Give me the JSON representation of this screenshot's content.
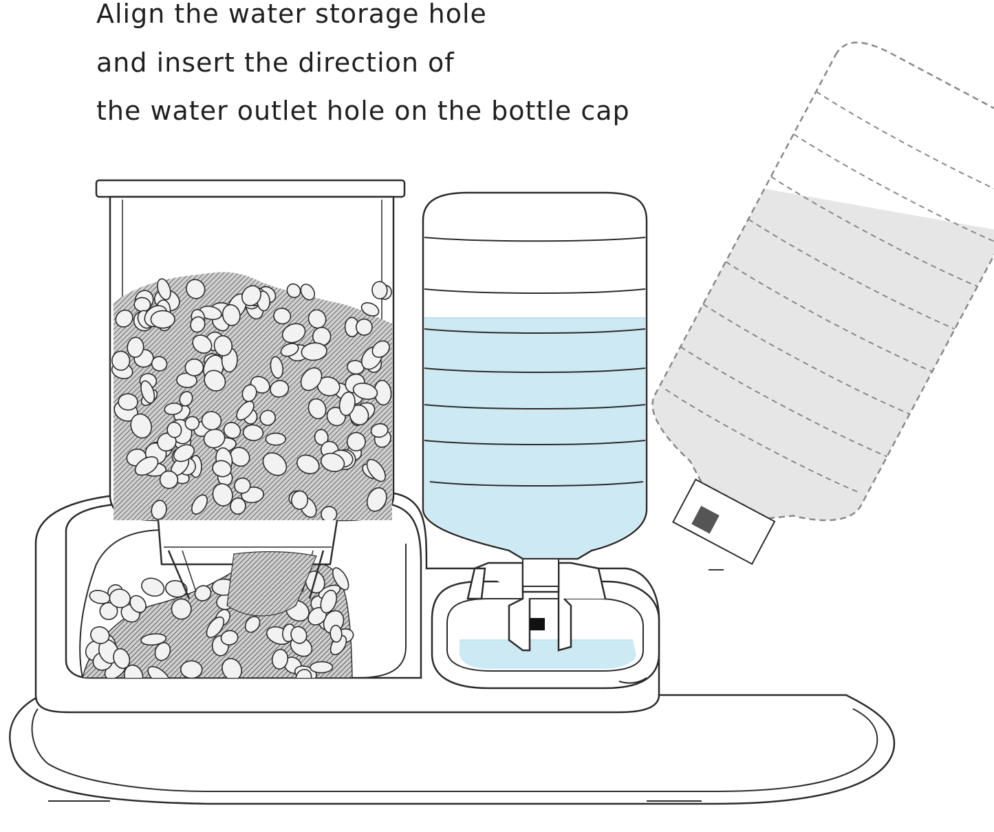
{
  "caption": {
    "line1": "Align the water storage hole",
    "line2": "and insert the direction of",
    "line3": "the water outlet hole on the bottle cap"
  },
  "colors": {
    "outline": "#2a2a2a",
    "water": "#cde9f4",
    "water_surface": "#b9dff0",
    "kibble_fill": "#d2d2d2",
    "bottle_dashed": "#888888",
    "bottle_water": "#e6e6e6",
    "outlet_hole": "#111111",
    "cap_marker": "#555555"
  },
  "icons": {
    "feeder_hopper": "food-hopper-icon",
    "water_bottle": "water-bottle-icon",
    "tilted_bottle": "tilted-bottle-icon",
    "base_tray": "base-tray-icon"
  }
}
